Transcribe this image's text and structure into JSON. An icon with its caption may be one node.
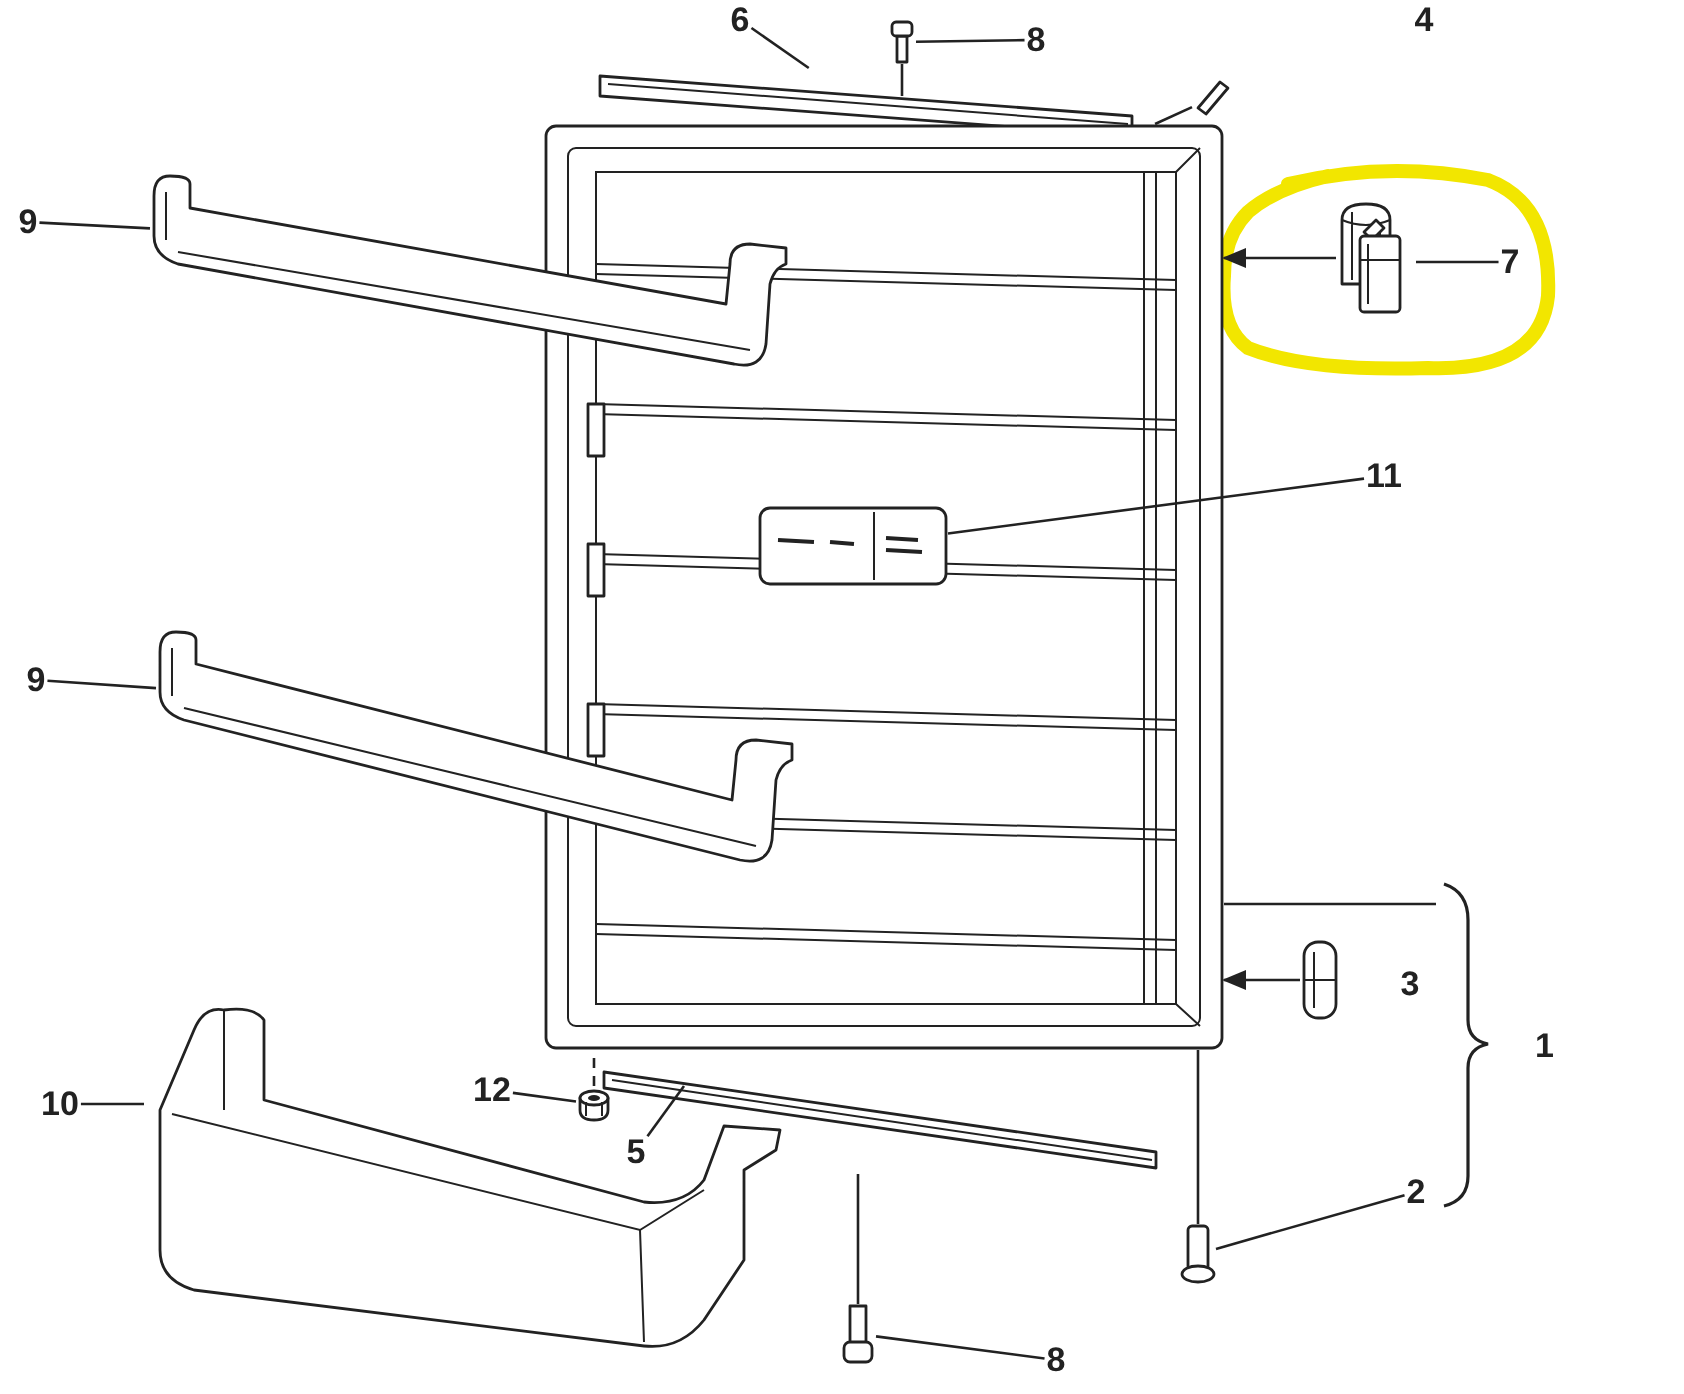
{
  "diagram": {
    "nodes": [
      {
        "text": [
          "6"
        ]
      },
      {
        "text": [
          "8"
        ]
      },
      {
        "text": [
          "9"
        ]
      },
      {
        "text": [
          "7"
        ]
      },
      {
        "text": [
          "11"
        ]
      },
      {
        "text": [
          "9"
        ]
      },
      {
        "text": [
          "10"
        ]
      },
      {
        "text": [
          "12"
        ]
      },
      {
        "text": [
          "5"
        ]
      },
      {
        "text": [
          "1"
        ]
      },
      {
        "text": [
          "2"
        ]
      },
      {
        "text": [
          "8"
        ]
      },
      {
        "text": [],
        "shape": "picture"
      },
      {
        "text": [],
        "shape": "picture"
      },
      {
        "text": [],
        "shape": "picture"
      },
      {
        "text": [],
        "shape": "picture"
      },
      {
        "text": [],
        "shape": "picture"
      },
      {
        "text": [],
        "shape": "picture"
      },
      {
        "text": [],
        "shape": "picture",
        "in": 17
      },
      {
        "text": [],
        "shape": "picture"
      },
      {
        "text": [],
        "shape": "picture"
      },
      {
        "text": [],
        "shape": "picture"
      },
      {
        "text": [],
        "shape": "picture"
      },
      {
        "text": [],
        "shape": "picture"
      },
      {
        "text": [],
        "shape": "picture"
      },
      {
        "text": [],
        "shape": "picture"
      }
    ],
    "edges": [
      {
        "from": 0,
        "to": 12,
        "arrow": "none"
      },
      {
        "from": 13,
        "to": 12,
        "arrow": "none"
      },
      {
        "from": 1,
        "to": 13,
        "arrow": "none"
      },
      {
        "from": 14,
        "to": 17,
        "arrow": "none"
      },
      {
        "from": 2,
        "to": 15,
        "arrow": "none"
      },
      {
        "from": 3,
        "to": 16,
        "arrow": "none"
      },
      {
        "from": 16,
        "to": 17,
        "arrow": "to"
      },
      {
        "from": 4,
        "to": 18,
        "arrow": "none"
      },
      {
        "from": 5,
        "to": 19,
        "arrow": "none"
      },
      {
        "from": 6,
        "to": 20,
        "arrow": "none"
      },
      {
        "from": 7,
        "to": 21,
        "arrow": "none"
      },
      {
        "from": 21,
        "to": 17,
        "arrow": "none",
        "style": "dashed"
      },
      {
        "from": 8,
        "to": 22,
        "arrow": "none"
      },
      {
        "from": 23,
        "to": 17,
        "arrow": "to"
      },
      {
        "from": 9,
        "to": 17,
        "arrow": "none"
      },
      {
        "from": 10,
        "to": 24,
        "arrow": "none"
      },
      {
        "from": 24,
        "to": 17,
        "arrow": "none"
      },
      {
        "from": 11,
        "to": 25,
        "arrow": "none"
      },
      {
        "from": 25,
        "to": 22,
        "arrow": "none"
      }
    ],
    "labels": [
      "4",
      "3"
    ]
  }
}
